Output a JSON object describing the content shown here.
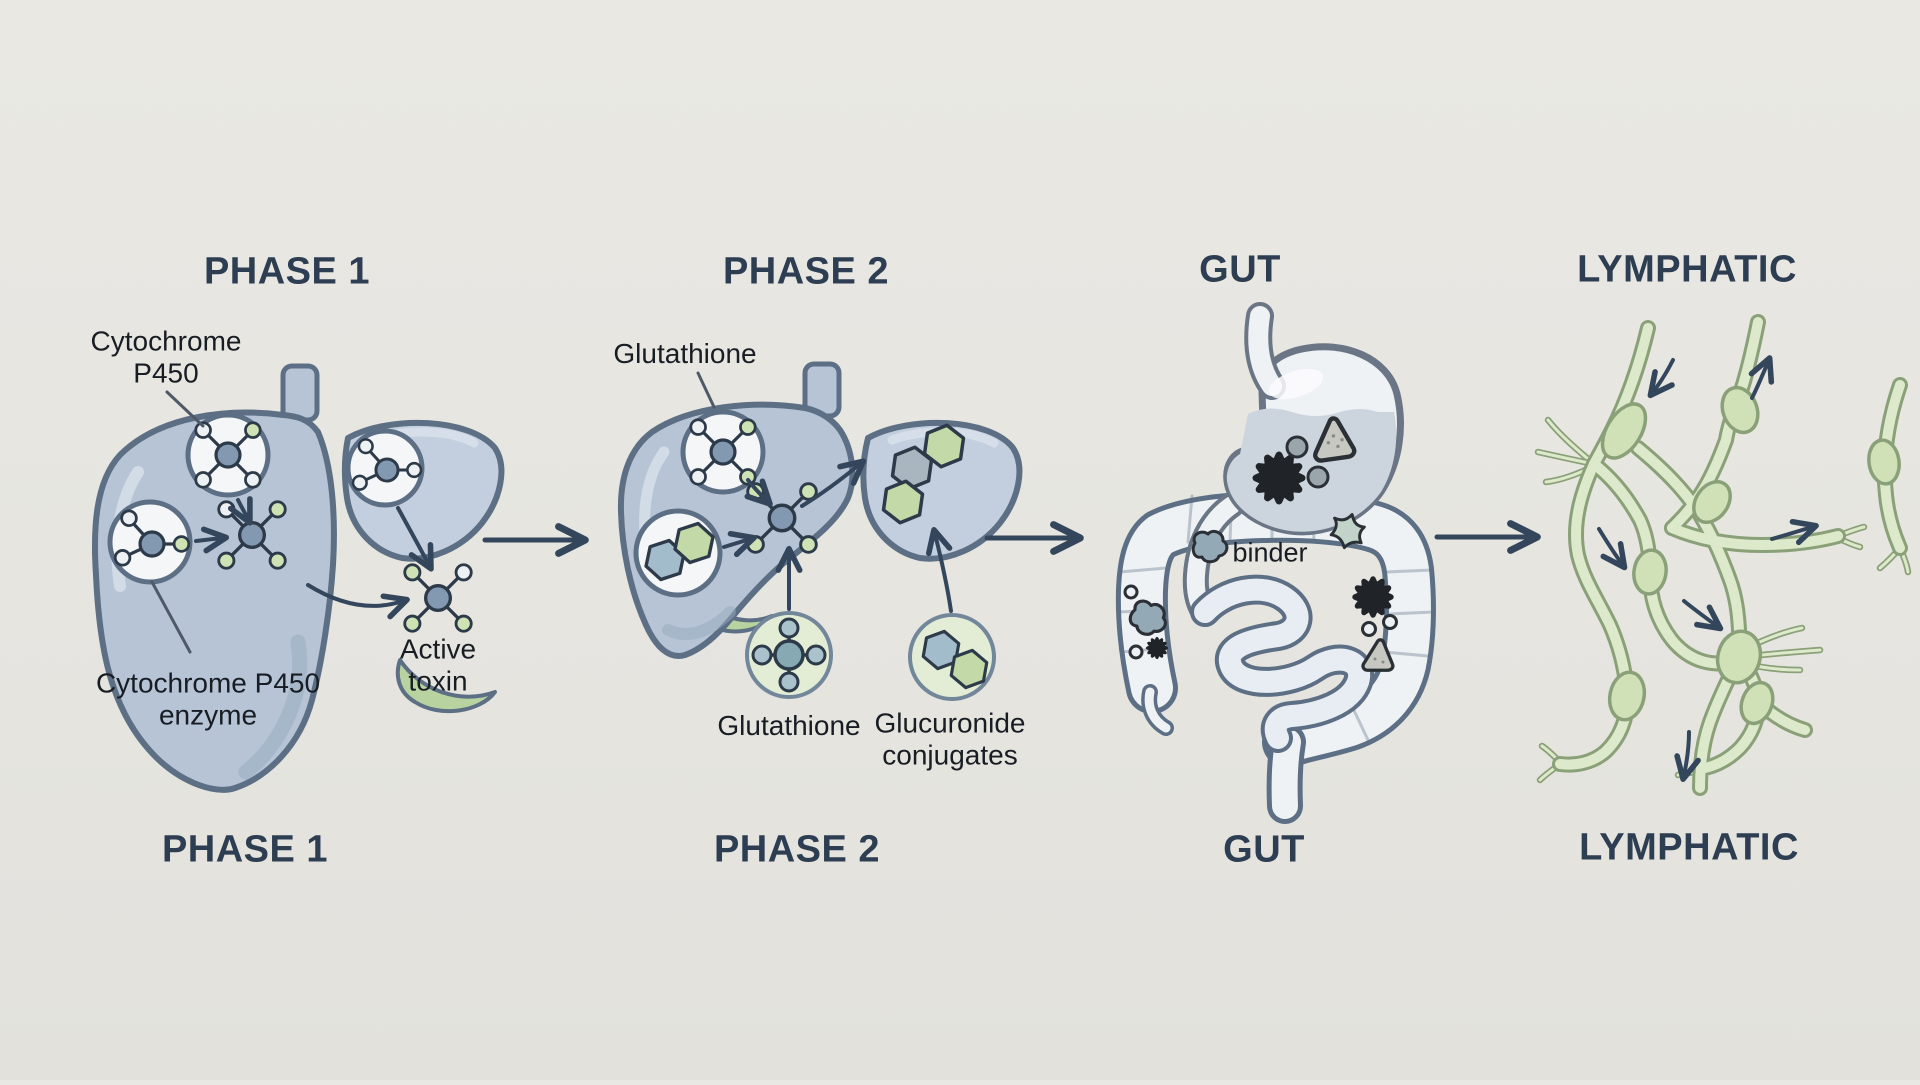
{
  "palette": {
    "background": "#e6e5e0",
    "background_top": "#e9e8e3",
    "background_bottom": "#e2e1dc",
    "title": "#2e3e52",
    "label": "#181d24",
    "arrow": "#34465c",
    "liver_fill": "#b6c4d6",
    "liver_fill_light": "#c3cfdf",
    "liver_outline": "#5d6f85",
    "liver_highlight": "#d9e2eb",
    "liver_shadow": "#96aabe",
    "gall_green": "#b9d3a0",
    "organ_circle_fill": "#f4f6f8",
    "mol_center": "#8399b1",
    "mol_outline": "#2d3a49",
    "mol_white": "#eef1f3",
    "mol_green": "#cfe2b4",
    "glut_core": "#87a9b3",
    "glut_sat": "#a9c2cb",
    "hex_blue": "#a3bccb",
    "hex_green": "#c3d9a7",
    "hex_gray": "#aab6bf",
    "green_circle_fill": "#e3edd5",
    "green_circle_border": "#73879a",
    "stomach_fill": "#eff2f5",
    "stomach_outline": "#6a7585",
    "liquid": "#ccd5de",
    "colon_outline": "#5d6f85",
    "colon_fill": "#eef2f5",
    "si_fill": "#e7edf2",
    "toxin_dark": "#202328",
    "binder_gray": "#93a9b5",
    "binder_mint": "#c2d4c9",
    "particle_tri": "#c8c8c2",
    "lymph_outline": "#8aa078",
    "lymph_fill": "#dce9ca",
    "lymph_node": "#d0e1b8"
  },
  "columns": [
    {
      "id": "phase1",
      "top_label": "PHASE 1",
      "bottom_label": "PHASE 1"
    },
    {
      "id": "phase2",
      "top_label": "PHASE 2",
      "bottom_label": "PHASE 2"
    },
    {
      "id": "gut",
      "top_label": "GUT",
      "bottom_label": "GUT"
    },
    {
      "id": "lymphatic",
      "top_label": "LYMPHATIC",
      "bottom_label": "LYMPHATIC"
    }
  ],
  "phase1": {
    "enzyme_callout_top": {
      "line1": "Cytochrome",
      "line2": "P450"
    },
    "enzyme_callout_bottom": {
      "line1": "Cytochrome P450",
      "line2": "enzyme"
    },
    "active_toxin_label": {
      "line1": "Active",
      "line2": "toxin"
    }
  },
  "phase2": {
    "glutathione_callout": "Glutathione",
    "glutathione_circle_label": "Glutathione",
    "glucuronide_label": {
      "line1": "Glucuronide",
      "line2": "conjugates"
    }
  },
  "gut": {
    "binder_label": "binder"
  }
}
